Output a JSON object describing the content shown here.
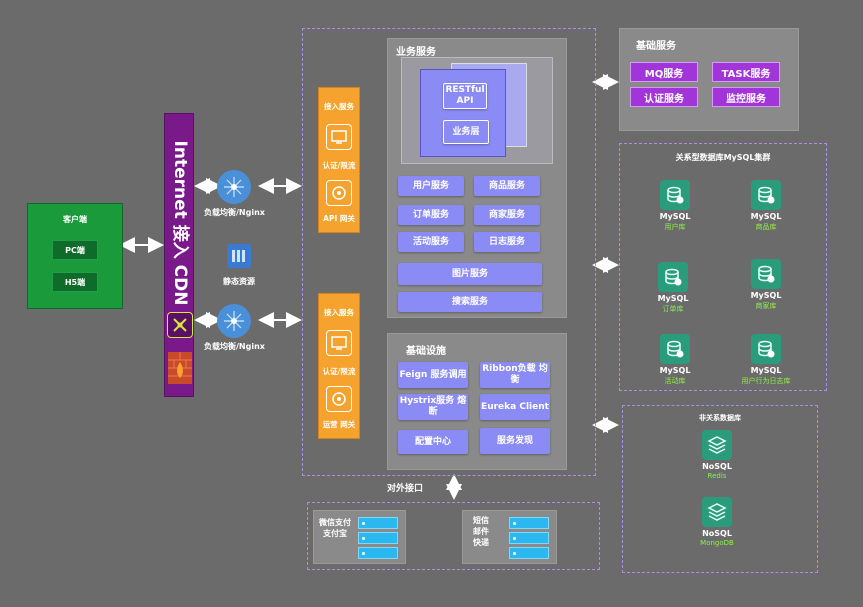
{
  "client": {
    "title": "客户端",
    "pc": "PC端",
    "h5": "H5端"
  },
  "cdn": {
    "label": "Internet  接入 CDN"
  },
  "load_balancer": {
    "top": "负载均衡/Nginx",
    "bottom": "负载均衡/Nginx"
  },
  "static_resource": "静态资源",
  "gateway_top": {
    "title": "接入服务",
    "auth": "认证/限流",
    "gw": "API 网关"
  },
  "gateway_bottom": {
    "title": "接入服务",
    "auth": "认证/限流",
    "gw": "运营 网关"
  },
  "business": {
    "title": "业务服务",
    "restful": "RESTful API",
    "biz_layer": "业务层",
    "services": [
      "用户服务",
      "商品服务",
      "订单服务",
      "商家服务",
      "活动服务",
      "日志服务",
      "图片服务",
      "搜索服务"
    ]
  },
  "infra": {
    "title": "基础设施",
    "items": [
      "Feign 服务调用",
      "Ribbon负载 均衡",
      "Hystrix服务 熔断",
      "Eureka Client",
      "配置中心",
      "服务发现"
    ]
  },
  "basic": {
    "title": "基础服务",
    "items": [
      "MQ服务",
      "TASK服务",
      "认证服务",
      "监控服务"
    ]
  },
  "mysql": {
    "title": "关系型数据库MySQL集群",
    "dbs": [
      {
        "name": "MySQL",
        "sub": "用户库"
      },
      {
        "name": "MySQL",
        "sub": "商品库"
      },
      {
        "name": "MySQL",
        "sub": "订单库"
      },
      {
        "name": "MySQL",
        "sub": "商家库"
      },
      {
        "name": "MySQL",
        "sub": "活动库"
      },
      {
        "name": "MySQL",
        "sub": "用户行为日志库"
      }
    ]
  },
  "nosql": {
    "title": "非关系数据库",
    "dbs": [
      {
        "name": "NoSQL",
        "sub": "Redis"
      },
      {
        "name": "NoSQL",
        "sub": "MongoDB"
      }
    ]
  },
  "external": {
    "title": "对外接口",
    "pay": "微信支付 支付宝",
    "msg": "短信 邮件 快递"
  },
  "colors": {
    "background": "#6b6b6b",
    "accent": "#8b8bf5",
    "orange": "#f6a22e",
    "purple": "#a235d9",
    "green": "#1a9a3a"
  }
}
